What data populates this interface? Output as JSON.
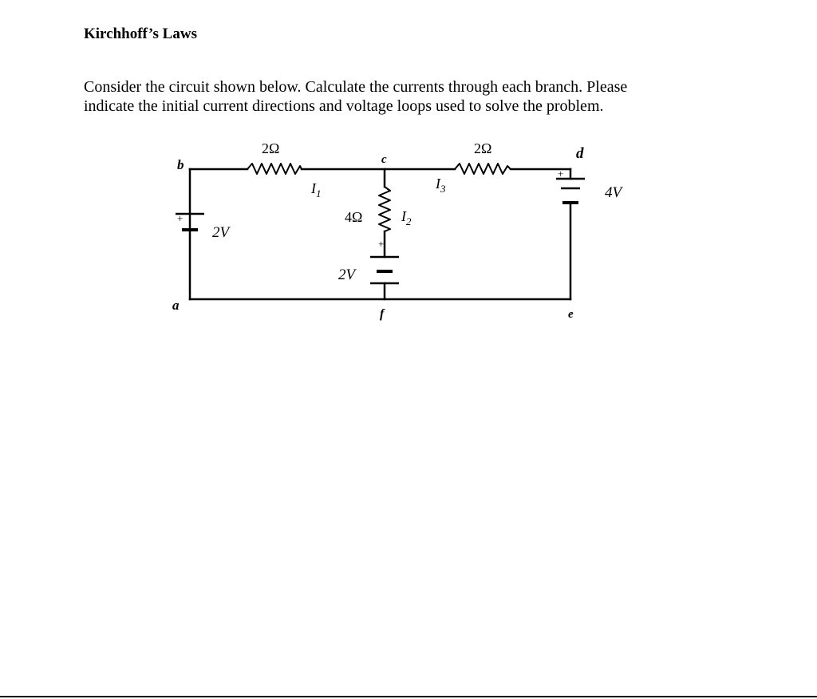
{
  "document": {
    "title": "Kirchhoff’s Laws",
    "paragraph_line1": "Consider the circuit shown below.  Calculate the currents through each branch.  Please",
    "paragraph_line2": "indicate the initial current directions and voltage loops used to solve the problem."
  },
  "circuit": {
    "nodes": {
      "a": "a",
      "b": "b",
      "c": "c",
      "d": "d",
      "e": "e",
      "f": "f"
    },
    "resistor_left": "2Ω",
    "resistor_middle": "4Ω",
    "resistor_right": "2Ω",
    "battery_left": "2V",
    "battery_middle": "2V",
    "battery_right": "4V",
    "current_1": "I",
    "current_1_sub": "1",
    "current_2": "I",
    "current_2_sub": "2",
    "current_3": "I",
    "current_3_sub": "3",
    "plus_sign": "+"
  }
}
